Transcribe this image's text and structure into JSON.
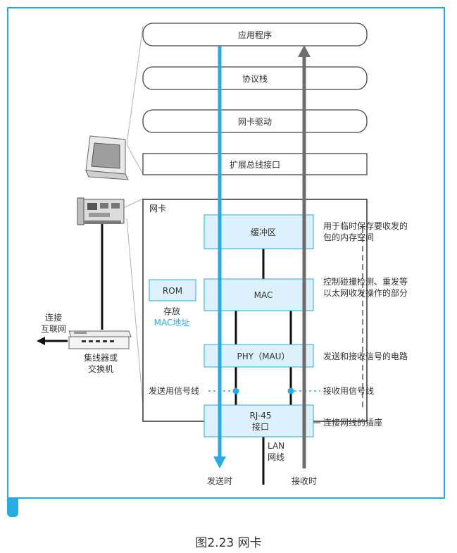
{
  "layers": {
    "app": "应用程序",
    "stack": "协议栈",
    "driver": "网卡驱动",
    "bus": "扩展总线接口"
  },
  "nic": {
    "title": "网卡",
    "buffer": "缓冲区",
    "mac": "MAC",
    "phy": "PHY（MAU）",
    "rj45_line1": "RJ-45",
    "rj45_line2": "接口",
    "rom": "ROM",
    "rom_desc_line1": "存放",
    "rom_desc_line2": "MAC地址"
  },
  "notes": {
    "buffer_line1": "用于临时保存要收发的",
    "buffer_line2": "包的内存空间",
    "mac_line1": "控制碰撞检测、重发等",
    "mac_line2": "以太网收发操作的部分",
    "phy": "发送和接收信号的电路",
    "rj45": "连接网线的插座"
  },
  "signals": {
    "send_line": "发送用信号线",
    "recv_line": "接收用信号线",
    "lan_line1": "LAN",
    "lan_line2": "网线",
    "send": "发送时",
    "recv": "接收时"
  },
  "left": {
    "internet_line1": "连接",
    "internet_line2": "互联网",
    "hub_line1": "集线器或",
    "hub_line2": "交换机"
  },
  "caption": "图2.23 网卡",
  "colors": {
    "accent": "#29abe2",
    "box_fill": "#dcf1fb",
    "receive_arrow": "#6d6d6d"
  }
}
